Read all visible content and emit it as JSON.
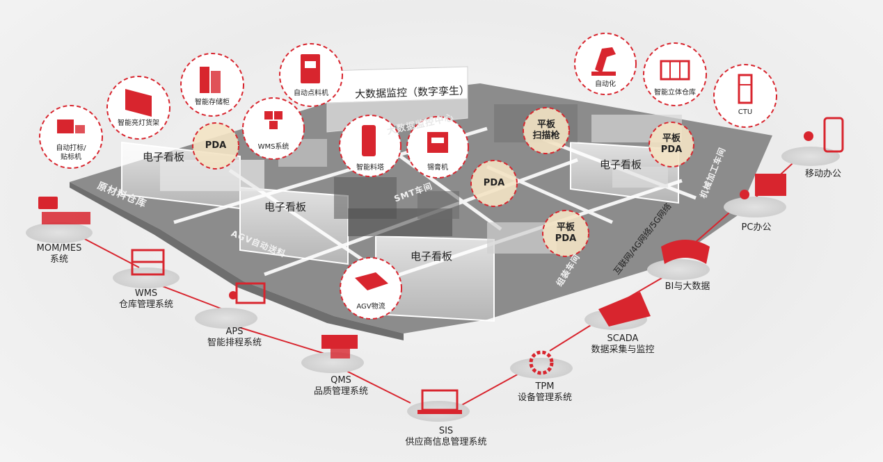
{
  "colors": {
    "accent": "#d8252e",
    "floor": "#8f8f8f",
    "floor_dark": "#7b7b7b",
    "pda_fill": "#f3e3c4"
  },
  "top_banner": "大数据监控（数字孪生）",
  "floor_labels": {
    "raw_material": "原材料仓库",
    "agv_delivery": "AGV自动送料",
    "bigdata_center": "大数据监控中心",
    "machining": "机械加工车间",
    "smt": "SMT车间",
    "assembly": "组装车间"
  },
  "boards": [
    "电子看板",
    "电子看板",
    "电子看板",
    "电子看板"
  ],
  "equipment": [
    {
      "label": "自动打标/",
      "label2": "贴标机",
      "icon": "labeler-icon"
    },
    {
      "label": "智能亮灯货架",
      "icon": "light-shelf-icon"
    },
    {
      "label": "智能存储柜",
      "icon": "storage-cabinet-icon"
    },
    {
      "label": "自动点料机",
      "icon": "counting-machine-icon"
    },
    {
      "label": "WMS系统",
      "icon": "cubes-icon"
    },
    {
      "label": "智能料塔",
      "icon": "material-tower-icon"
    },
    {
      "label": "锡膏机",
      "icon": "solder-paste-icon"
    },
    {
      "label": "自动化",
      "icon": "robot-arm-icon"
    },
    {
      "label": "智能立体仓库",
      "icon": "stereo-warehouse-icon"
    },
    {
      "label": "CTU",
      "icon": "ctu-icon"
    },
    {
      "label": "AGV物流",
      "icon": "agv-icon"
    }
  ],
  "pda": [
    {
      "line1": "PDA",
      "line2": ""
    },
    {
      "line1": "PDA",
      "line2": ""
    },
    {
      "line1": "平板",
      "line2": "扫描枪"
    },
    {
      "line1": "平板",
      "line2": "PDA"
    },
    {
      "line1": "平板",
      "line2": "PDA"
    }
  ],
  "systems_left": [
    {
      "name": "MOM/MES",
      "sub": "系统"
    },
    {
      "name": "WMS",
      "sub": "仓库管理系统"
    },
    {
      "name": "APS",
      "sub": "智能排程系统"
    },
    {
      "name": "QMS",
      "sub": "品质管理系统"
    },
    {
      "name": "SIS",
      "sub": "供应商信息管理系统"
    }
  ],
  "systems_right": [
    {
      "name": "TPM",
      "sub": "设备管理系统"
    },
    {
      "name": "SCADA",
      "sub": "数据采集与监控"
    },
    {
      "name": "BI与大数据",
      "sub": ""
    },
    {
      "name": "PC办公",
      "sub": ""
    },
    {
      "name": "移动办公",
      "sub": ""
    }
  ],
  "network_label": "互联网/4G网络/5G网络"
}
